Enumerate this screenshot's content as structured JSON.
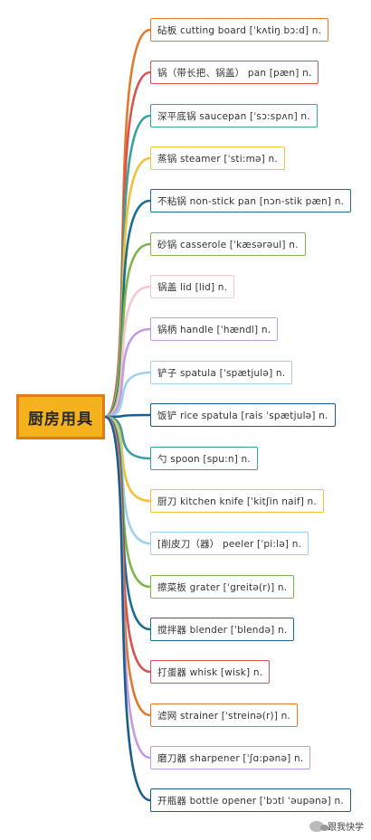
{
  "root": {
    "label": "厨房用具",
    "color": "#f6b21c",
    "border": "#e07b1d"
  },
  "items": [
    {
      "text": "砧板  cutting  board  [ˈkʌtiŋ  bɔ:d]  n.",
      "color": "#e07b2d"
    },
    {
      "text": "锅（带长把、锅盖）  pan  [pæn]  n.",
      "color": "#d9534f"
    },
    {
      "text": "深平底锅  saucepan  [ˈsɔ:spʌn]  n.",
      "color": "#3aa39b"
    },
    {
      "text": "蒸锅  steamer  [ˈsti:mə]  n.",
      "color": "#f0c23b"
    },
    {
      "text": "不粘锅  non-stick  pan  [nɔn-stik  pæn]  n.",
      "color": "#1b6f8f"
    },
    {
      "text": "砂锅  casserole  [ˈkæsərəul]  n.",
      "color": "#7ab648"
    },
    {
      "text": "锅盖  lid  [lid]  n.",
      "color": "#f6c7cc"
    },
    {
      "text": "锅柄  handle  [ˈhændl]  n.",
      "color": "#c39be0"
    },
    {
      "text": "铲子  spatula  [ˈspætjulə]  n.",
      "color": "#9fd0f0"
    },
    {
      "text": "饭铲  rice  spatula  [rais  ˈspætjulə]  n.",
      "color": "#1b5e8c"
    },
    {
      "text": "勺  spoon  [spu:n]  n.",
      "color": "#3a9e9e"
    },
    {
      "text": "厨刀  kitchen  knife  [ˈkitʃin  naif]  n.",
      "color": "#f0c23b"
    },
    {
      "text": "[削皮刀（器）  peeler  [ˈpi:lə]  n.",
      "color": "#9fd0f0"
    },
    {
      "text": "擦菜板  grater  [ˈgreitə(r)]  n.",
      "color": "#7ab648"
    },
    {
      "text": "搅拌器  blender  [ˈblendə]  n.",
      "color": "#1b6f8f"
    },
    {
      "text": "打蛋器  whisk  [wisk]  n.",
      "color": "#d9534f"
    },
    {
      "text": "滤网  strainer  [ˈstreinə(r)]  n.",
      "color": "#e07b2d"
    },
    {
      "text": "磨刀器  sharpener  [ˈʃɑ:pənə]  n.",
      "color": "#c39be0"
    },
    {
      "text": "开瓶器  bottle  opener  [ˈbɔtl  ˈəupənə]  n.",
      "color": "#1b5e8c"
    }
  ],
  "watermark": {
    "label": "跟我快学"
  }
}
